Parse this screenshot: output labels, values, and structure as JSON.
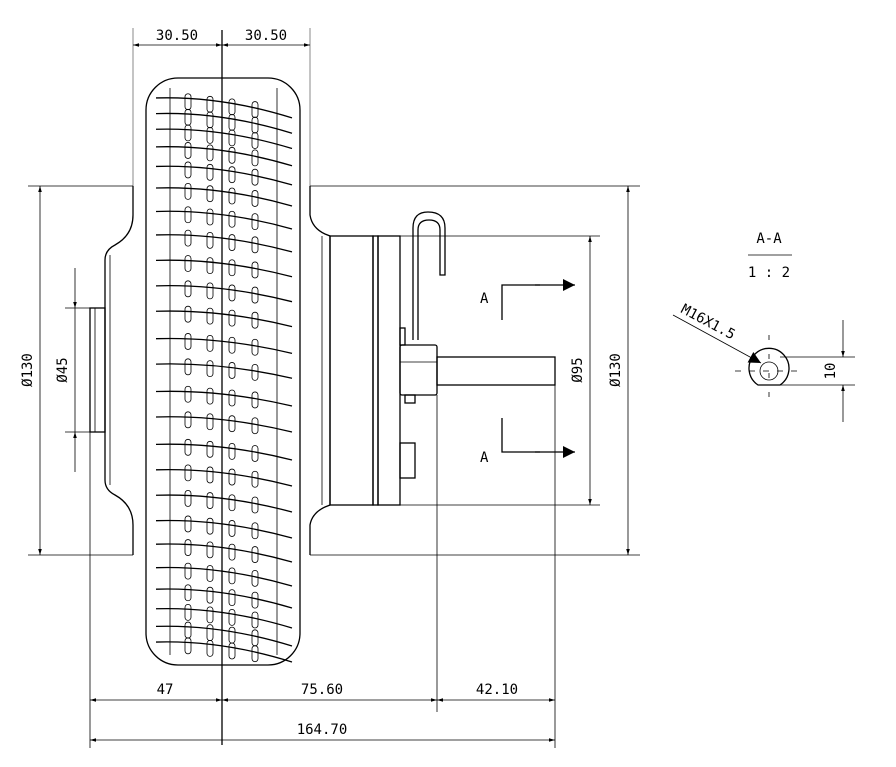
{
  "dimensions": {
    "top_left": "30.50",
    "top_right": "30.50",
    "left_outer_dia": "Ø130",
    "left_shaft_dia": "Ø45",
    "right_inner_dia": "Ø95",
    "right_outer_dia": "Ø130",
    "bottom_1": "47",
    "bottom_2": "75.60",
    "bottom_3": "42.10",
    "bottom_total": "164.70"
  },
  "section": {
    "marker_top": "A",
    "marker_bottom": "A",
    "title": "A-A",
    "scale": "1 : 2",
    "thread": "M16X1.5",
    "flat_width": "10"
  },
  "colors": {
    "line": "#000000",
    "background": "#ffffff"
  }
}
